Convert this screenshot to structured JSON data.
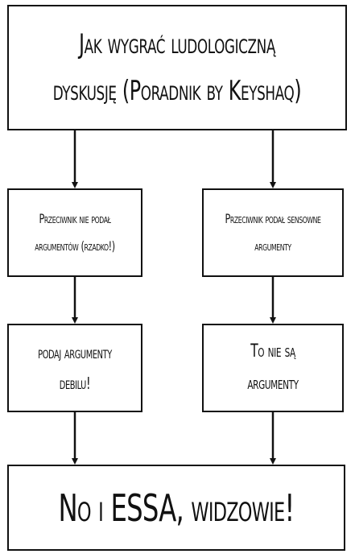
{
  "diagram": {
    "title": "Jak wygrać ludologiczną dyskusję (Poradnik by Keyshaq)",
    "left_branch": {
      "condition": "Przeciwnik nie podał argumentów (rzadko!)",
      "action": "podaj argumenty debilu!"
    },
    "right_branch": {
      "condition": "Przeciwnik podał sensowne argumenty",
      "action": "To nie są argumenty"
    },
    "outcome": "No i ESSA, widzowie!"
  }
}
